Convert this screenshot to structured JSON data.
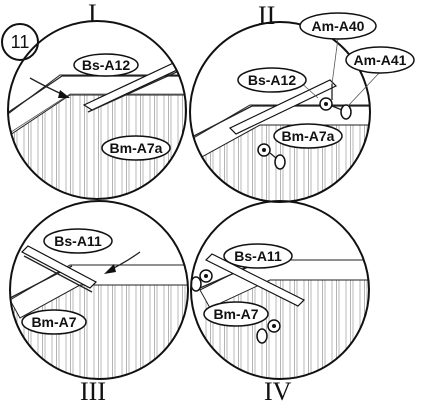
{
  "step_number": "11",
  "panels": [
    {
      "roman": "I",
      "labels": [
        "Bs-A12",
        "Bm-A7a"
      ]
    },
    {
      "roman": "II",
      "labels": [
        "Am-A40",
        "Am-A41",
        "Bs-A12",
        "Bm-A7a"
      ]
    },
    {
      "roman": "III",
      "labels": [
        "Bs-A11",
        "Bm-A7"
      ]
    },
    {
      "roman": "IV",
      "labels": [
        "Bs-A11",
        "Bm-A7"
      ]
    }
  ]
}
